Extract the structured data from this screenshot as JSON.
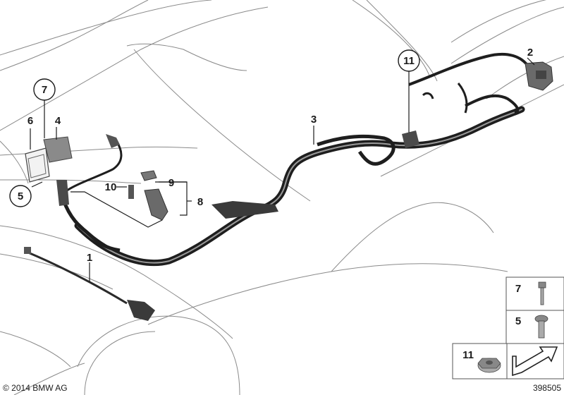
{
  "callouts": [
    {
      "id": "1",
      "text": "1"
    },
    {
      "id": "2",
      "text": "2"
    },
    {
      "id": "3",
      "text": "3"
    },
    {
      "id": "4",
      "text": "4"
    },
    {
      "id": "5",
      "text": "5"
    },
    {
      "id": "6",
      "text": "6"
    },
    {
      "id": "7",
      "text": "7"
    },
    {
      "id": "8",
      "text": "8"
    },
    {
      "id": "9",
      "text": "9"
    },
    {
      "id": "10",
      "text": "10"
    },
    {
      "id": "11",
      "text": "11"
    }
  ],
  "legend": [
    {
      "label": "7"
    },
    {
      "label": "5"
    },
    {
      "label": "11"
    }
  ],
  "footer": {
    "copyright": "© 2014 BMW AG",
    "diagram_number": "398505"
  },
  "colors": {
    "cable": "#1e1e1e",
    "outline": "#8a8a8a",
    "part": "#6a6a6a"
  }
}
